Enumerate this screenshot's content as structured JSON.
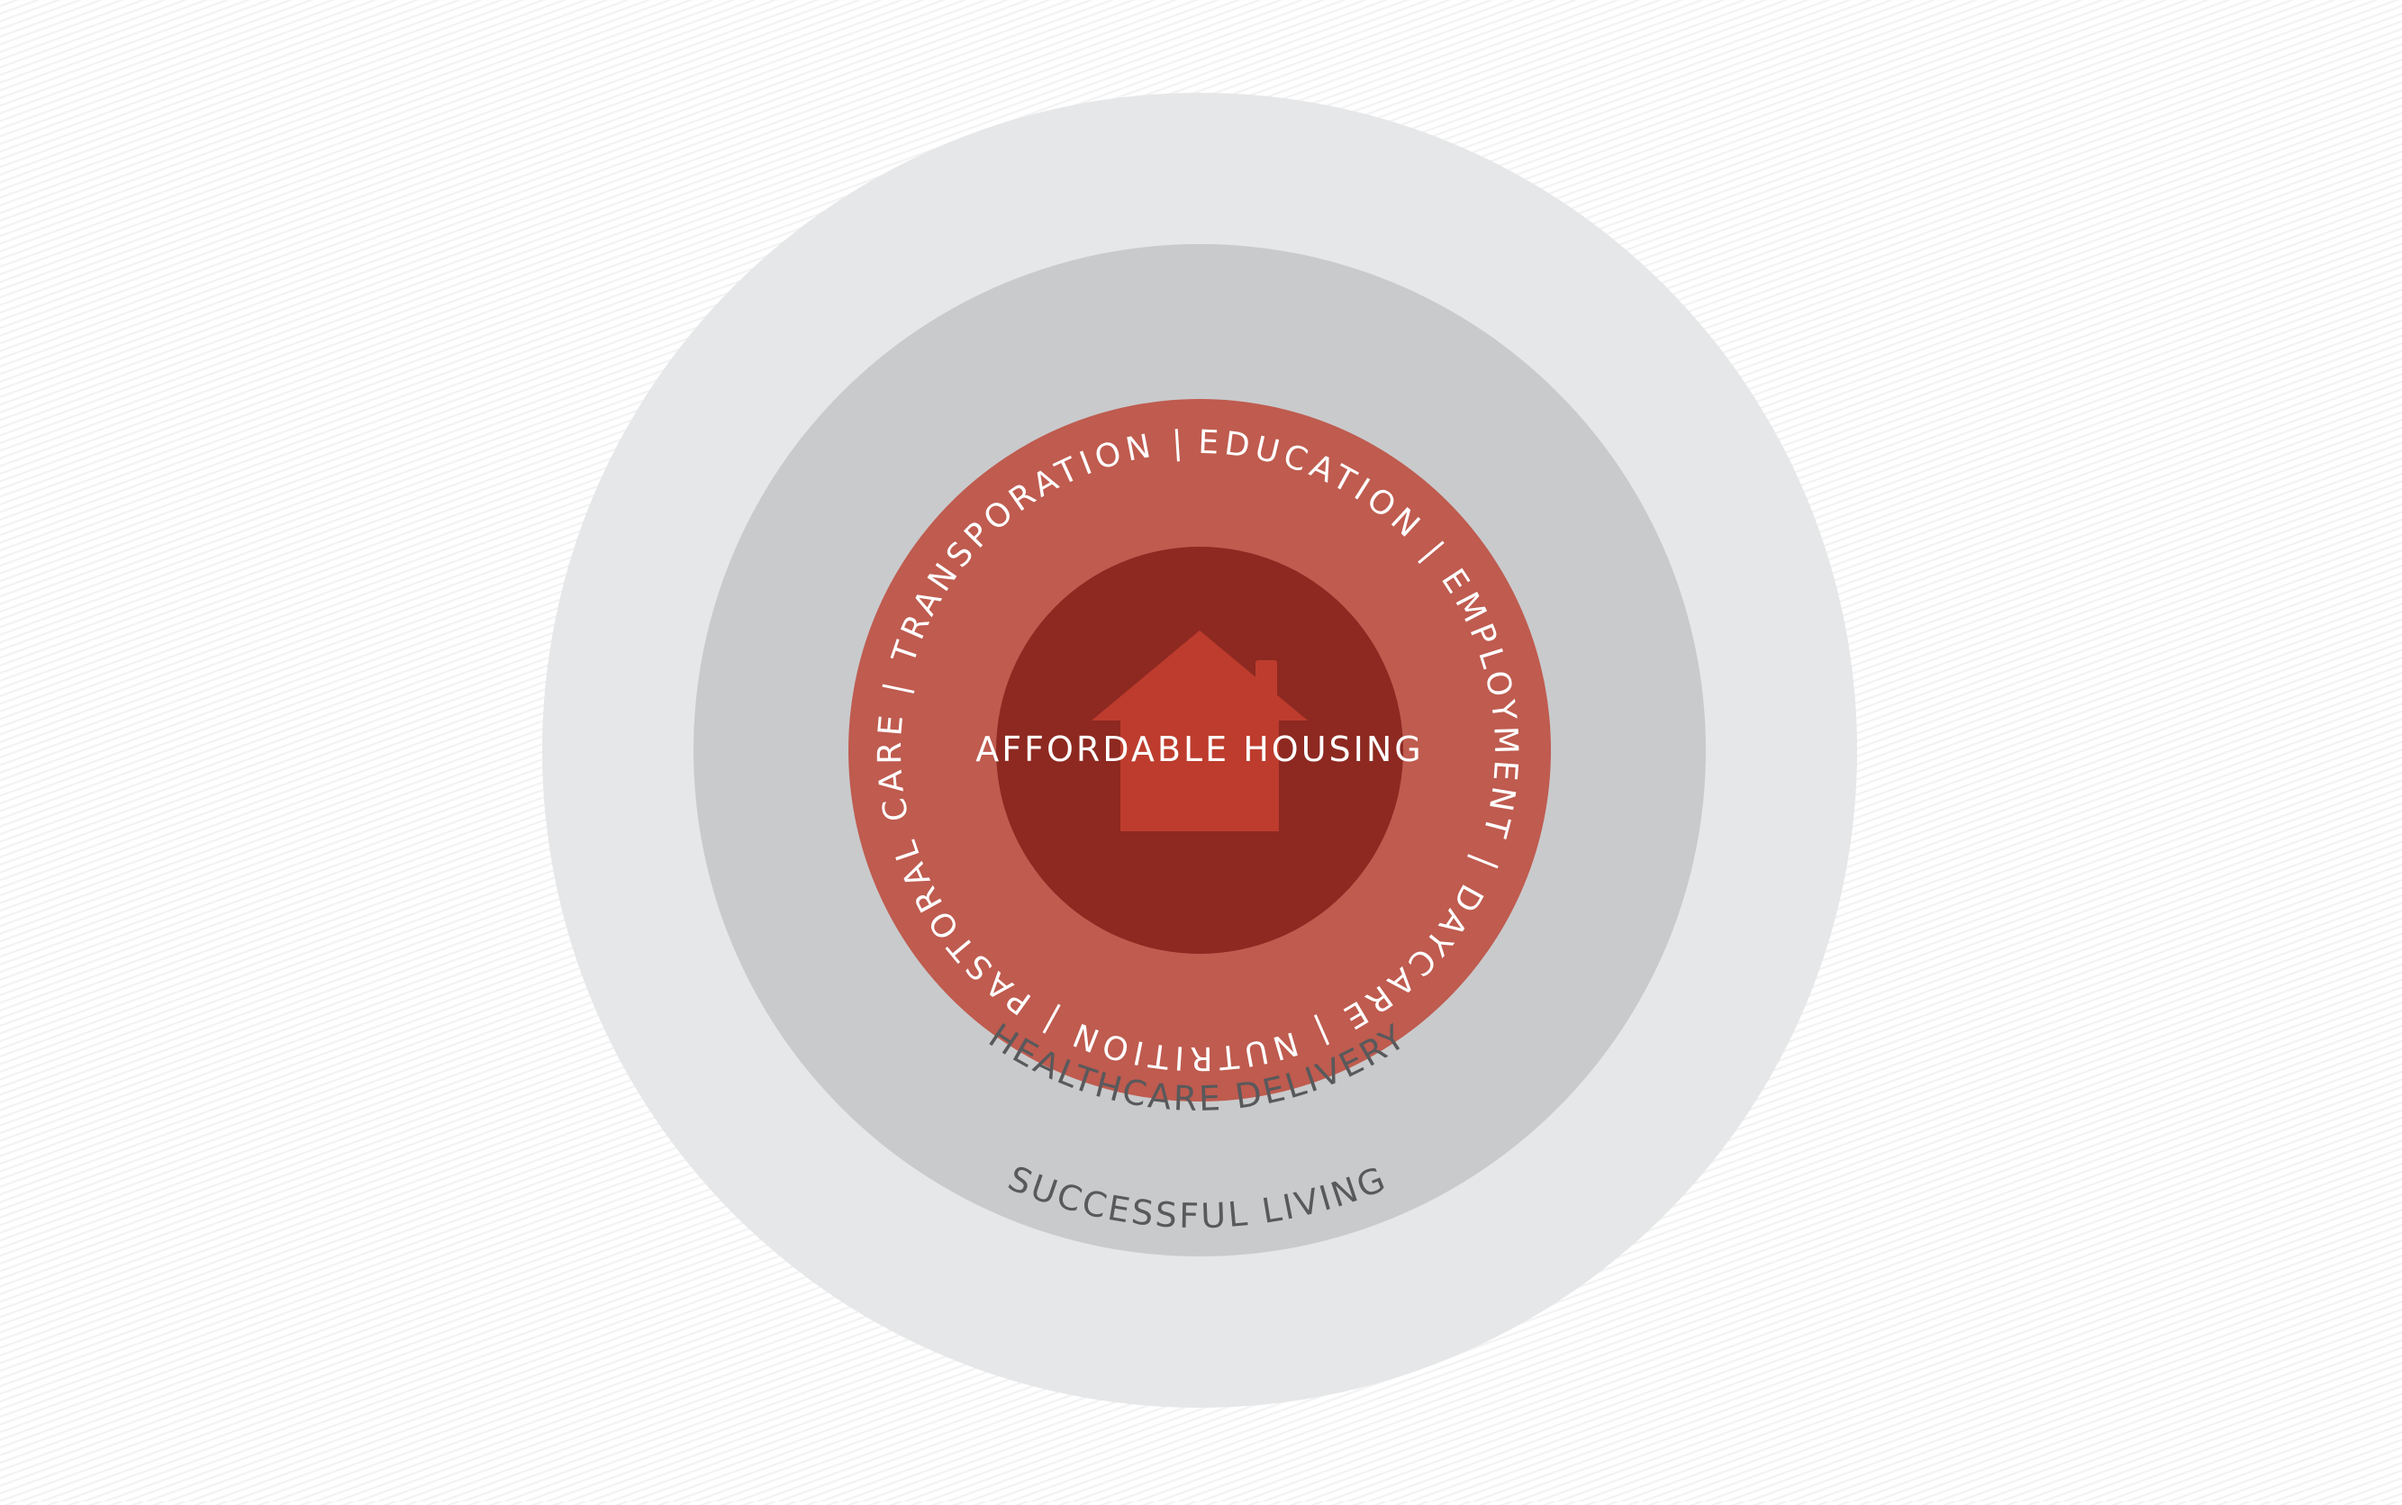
{
  "diagram": {
    "center_label": "AFFORDABLE HOUSING",
    "ring_services_text": "EDUCATION | EMPLOYMENT | DAYCARE | NUTRITION | PASTORAL CARE | TRANSPORATION |",
    "ring_healthcare_label": "HEALTHCARE DELIVERY",
    "ring_outer_label": "SUCCESSFUL LIVING",
    "house_icon": "house-icon"
  },
  "colors": {
    "outer_ring": "#e6e7e8",
    "middle_ring": "#c9cacc",
    "services_ring": "#bf5b4f",
    "core": "#8d2921",
    "house": "#bd3c2d",
    "ring_text_light": "#ffffff",
    "ring_text_dark": "#58595b"
  }
}
